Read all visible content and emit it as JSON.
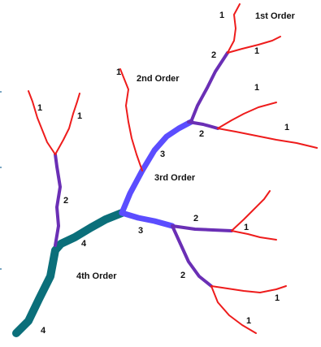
{
  "diagram": {
    "order_titles": {
      "first": "1st Order",
      "second": "2nd Order",
      "third": "3rd Order",
      "fourth": "4th Order"
    },
    "labels": {
      "n1": "1",
      "n2": "2",
      "n3": "3",
      "n4": "4"
    },
    "colors": {
      "order1": "#ee1c1c",
      "order2": "#6a2fb5",
      "order3": "#5b4dff",
      "order4": "#0b6f7a"
    }
  }
}
